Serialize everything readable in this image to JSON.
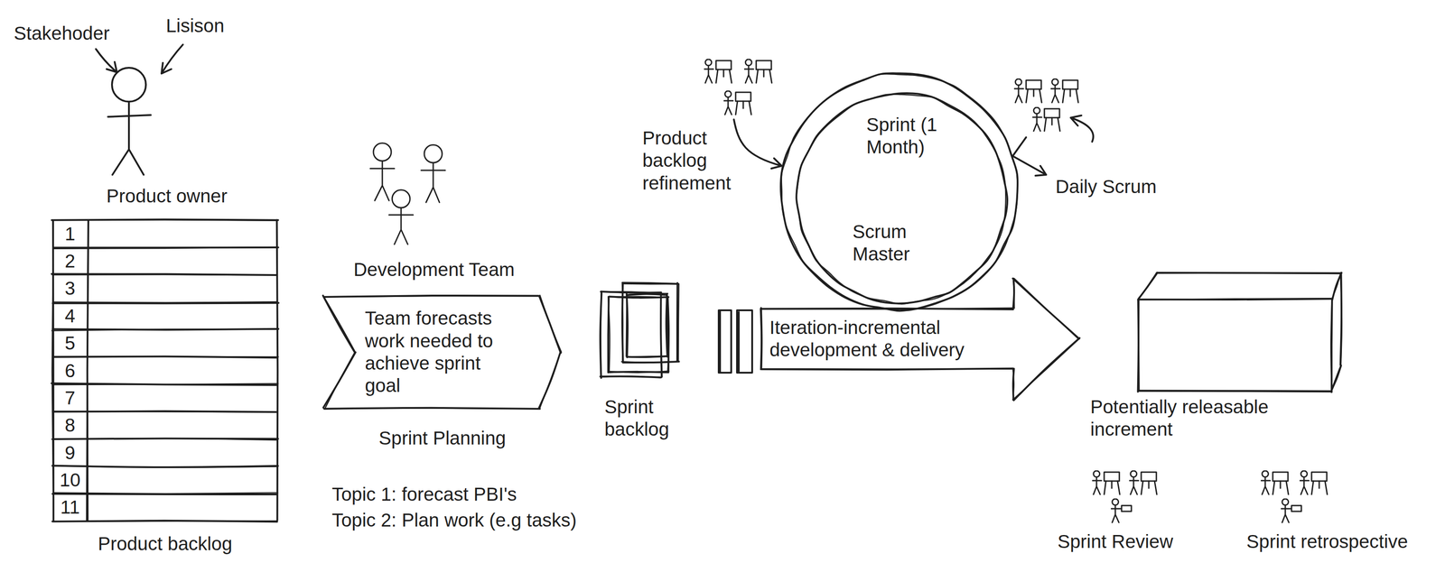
{
  "diagram": {
    "nodes": [
      {
        "text": [
          "Product backlog"
        ]
      },
      {
        "text": [
          "Team forecasts work needed to achieve sprint goal",
          "Sprint Planning"
        ]
      },
      {
        "text": [
          "Sprint backlog"
        ]
      },
      {
        "text": [
          "Sprint (1 Month)",
          "Scrum Master"
        ]
      },
      {
        "text": [
          "Iteration-incremental development & delivery"
        ]
      },
      {
        "text": [
          "Potentially releasable increment"
        ]
      }
    ],
    "labels": [
      "Stakehoder",
      "Lisison",
      "Product owner",
      "1",
      "2",
      "3",
      "4",
      "5",
      "6",
      "7",
      "8",
      "9",
      "10",
      "11",
      "Development Team",
      "Topic 1: forecast PBI's",
      "Topic 2: Plan work (e.g tasks)",
      "Product backlog refinement",
      "Daily Scrum",
      "Sprint Review",
      "Sprint retrospective"
    ]
  }
}
